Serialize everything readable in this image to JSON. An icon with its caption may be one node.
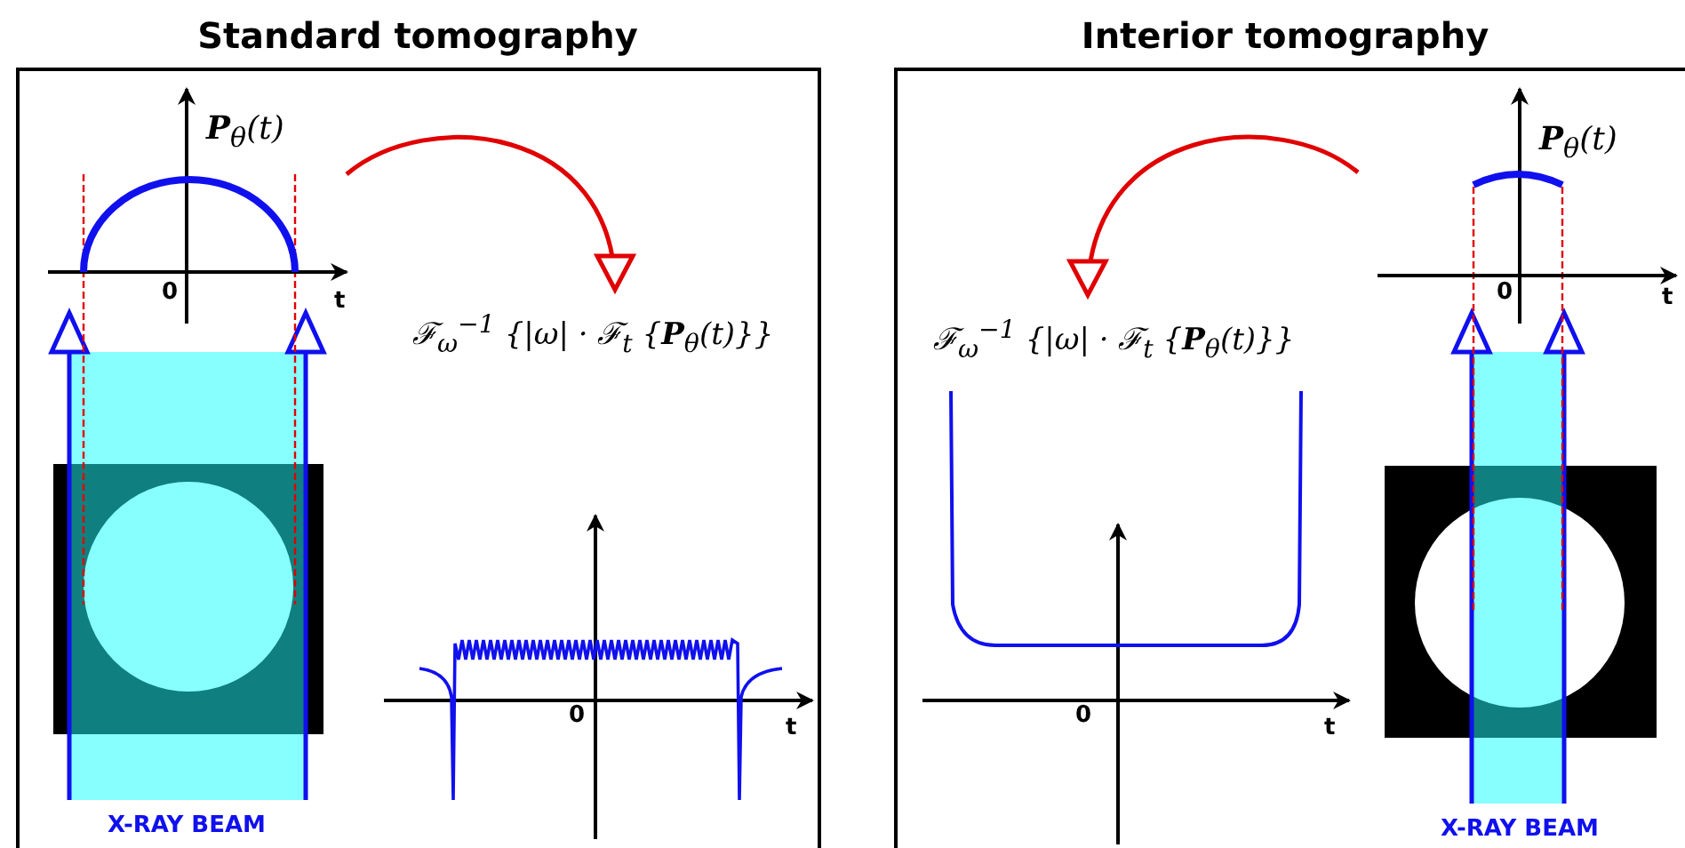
{
  "diagram": {
    "nodes": [
      {
        "text": [
          "Standard tomography"
        ]
      },
      {
        "text": [
          "Interior tomography"
        ]
      },
      {
        "text": [
          "ℱ$_{ω}$$^{−1}$ {|ω| · ℱ$_{t}$ {**P**$_{θ}$(t)}}"
        ],
        "in": 0
      },
      {
        "text": [
          "ℱ$_{ω}$$^{−1}$ {|ω| · ℱ$_{t}$ {**P**$_{θ}$(t)}}"
        ],
        "in": 1
      }
    ],
    "edges": [
      {
        "from": null,
        "to": 2,
        "arrow": "to"
      },
      {
        "from": null,
        "to": 3,
        "arrow": "to"
      }
    ],
    "labels": [
      "**P**$_{θ}$(t)",
      "0",
      "t",
      "0",
      "t",
      "X-RAY BEAM",
      "**P**$_{θ}$(t)",
      "0",
      "t",
      "0",
      "t",
      "X-RAY BEAM"
    ]
  }
}
